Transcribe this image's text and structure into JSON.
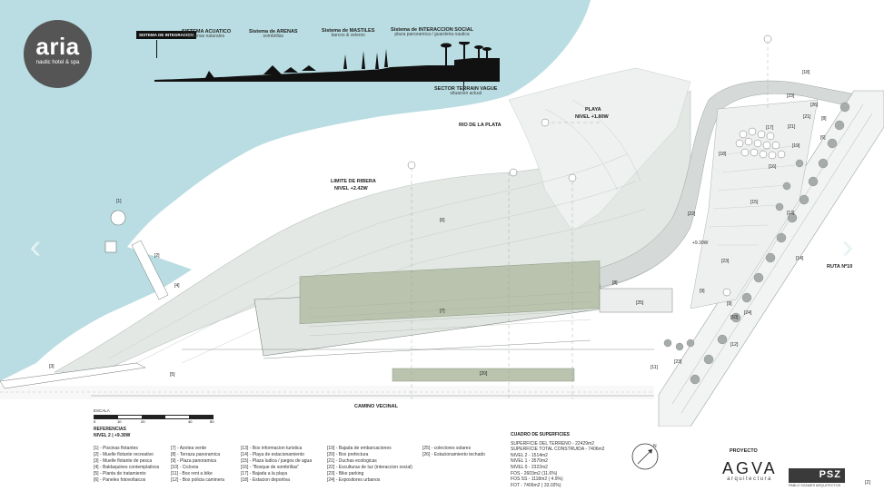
{
  "brand": {
    "name": "aria",
    "subtitle": "nautic hotel & spa"
  },
  "section": {
    "badge": "SISTEMA DE INTEGRACION",
    "systems": [
      {
        "title": "SISTEMA ACUATICO",
        "sub": "piscinas naturales"
      },
      {
        "title": "Sistema de ARENAS",
        "sub": "sombrillas"
      },
      {
        "title": "Sistema de MASTILES",
        "sub": "barcos & veleros"
      },
      {
        "title": "Sistema de INTERACCION SOCIAL",
        "sub": "plaza panoramica / guarderia nautica"
      }
    ],
    "terrain": {
      "title": "SECTOR TERRAIN VAGUE",
      "sub": "situacion actual"
    }
  },
  "plan_labels": {
    "river": "RIO DE LA PLATA",
    "shore_title": "LIMITE DE RIBERA",
    "shore_level": "NIVEL +2.42W",
    "beach_title": "PLAYA",
    "beach_level": "NIVEL +1.80W",
    "road": "CAMINO VECINAL",
    "route": "RUTA Nº10",
    "level_mark": "+9.30W"
  },
  "plan_tags": [
    "[1]",
    "[2]",
    "[3]",
    "[4]",
    "[5]",
    "[6]",
    "[7]",
    "[8]",
    "[9]",
    "[9]",
    "[10]",
    "[11]",
    "[14]",
    "[15]",
    "[16]",
    "[17]",
    "[18]",
    "[18]",
    "[19]",
    "[20]",
    "[21]",
    "[22]",
    "[23]",
    "[23]",
    "[23]",
    "[24]",
    "[25]",
    "[26]",
    "[8]",
    "[6]",
    "[21]",
    "[12]",
    "[13]"
  ],
  "scale": {
    "label": "ESCALA",
    "ticks": [
      "0",
      "10",
      "20",
      "40",
      "50"
    ]
  },
  "references": {
    "title": "REFERENCIAS",
    "subtitle": "NIVEL 2 | +9.30W",
    "columns": [
      [
        "[1] - Piscinas flotantes",
        "[2] - Muelle flotante recreativo",
        "[3] - Muelle flotante de pesca",
        "[4] - Baldaquines contemplativos",
        "[5] - Planta de tratamiento",
        "[6] - Paneles fotovoltaicos"
      ],
      [
        "[7] - Azotea verde",
        "[8] - Terraza panoramica",
        "[9] - Plaza panoramica",
        "[10] - Ciclovia",
        "[11] - Box rent a bike",
        "[12] - Box policia caminera"
      ],
      [
        "[13] - Box informacion turistica",
        "[14] - Playa de estacionamiento",
        "[15] - Plaza ludica / juegos de agua",
        "[16] - \"Bosque de sombrillas\"",
        "[17] - Bajada a la playa",
        "[18] - Estacion deportiva"
      ],
      [
        "[19] - Bajada de embarcaciones",
        "[20] - Box prefectura",
        "[21] - Duchas ecologicas",
        "[22] - Esculturas de luz (interaccion social)",
        "[23] - Bike parking",
        "[24] - Expositores urbanos"
      ],
      [
        "[25] - colectores solares",
        "[26] - Estacionamiento techado"
      ]
    ]
  },
  "surfaces": {
    "title": "CUADRO DE SUPERFICIES",
    "lines": [
      "SUPERFICIE DEL TERRENO - 22429m2",
      "SUPERFICIE TOTAL CONSTRUIDA - 7406m2",
      "NIVEL 2 - 1514m2",
      "NIVEL 1 - 3570m2",
      "NIVEL 0 - 2322m2",
      "FOS - 2603m2 (11.6%)",
      "FOS SS - 1118m2 ( 4.9%)",
      "FOT - 7406m2 ( 33.02%)"
    ]
  },
  "project": {
    "label": "PROYECTO",
    "firm": "AGVA",
    "firm_sub": "arquitectura",
    "partner": "PSZ",
    "partner_sub": "PABLO SZAMES ARQUITECTOS"
  },
  "page_number": "[2]",
  "nav": {
    "prev": "‹",
    "next": "›"
  },
  "colors": {
    "water": "#b9dde2",
    "ground": "#dfe4e2",
    "building": "#b9c3ae",
    "road": "#cfd4d2",
    "brand_circle": "#555555"
  }
}
